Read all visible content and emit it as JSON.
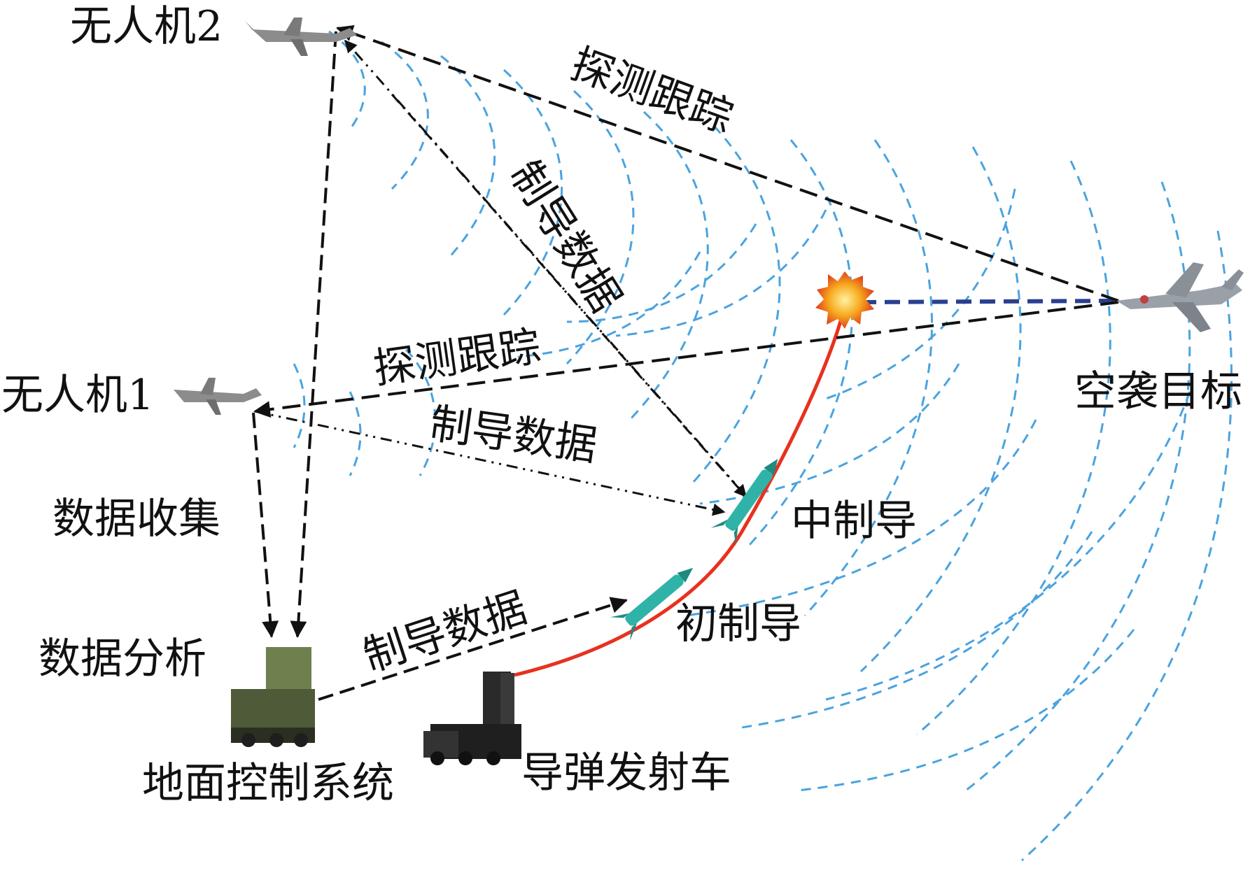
{
  "labels": {
    "uav2": "无人机2",
    "uav1": "无人机1",
    "air_target": "空袭目标",
    "tracking_top": "探测跟踪",
    "tracking_mid": "探测跟踪",
    "guidance_data_diag": "制导数据",
    "guidance_data_mid": "制导数据",
    "guidance_data_low": "制导数据",
    "data_collection": "数据收集",
    "data_analysis": "数据分析",
    "mid_guidance": "中制导",
    "initial_guidance": "初制导",
    "ground_control": "地面控制系统",
    "launcher": "导弹发射车"
  },
  "colors": {
    "arrow": "#111111",
    "wave": "#4aa3df",
    "trajectory": "#e8311f",
    "laser": "#2a3f8f",
    "missile": "#2fb3a8",
    "explosion": "#f47a20"
  },
  "icons": [
    "uav-icon",
    "fighter-jet-icon",
    "radar-vehicle-icon",
    "missile-launcher-icon",
    "missile-icon",
    "explosion-icon"
  ]
}
